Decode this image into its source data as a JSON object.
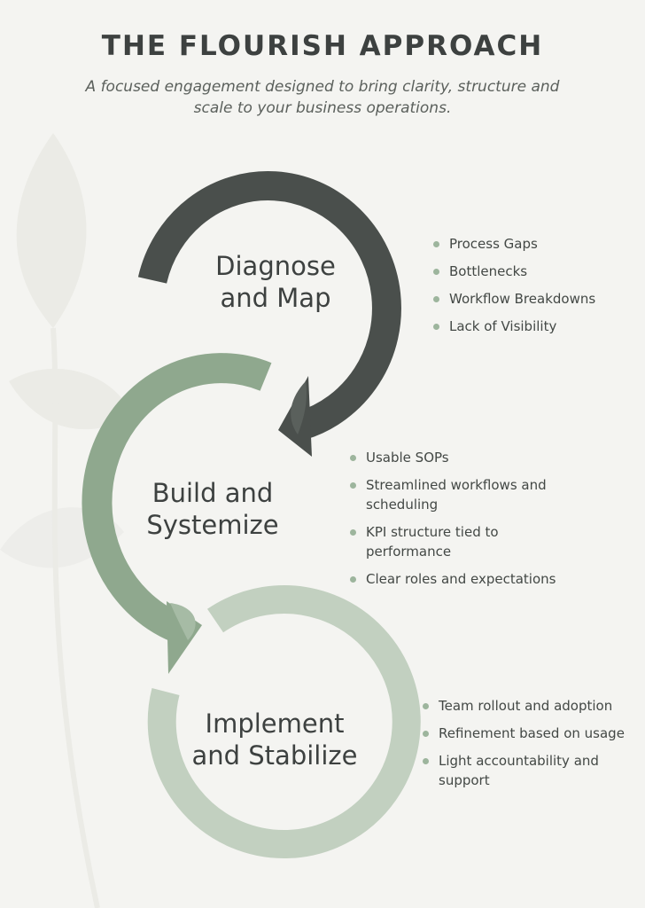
{
  "header": {
    "title": "THE FLOURISH APPROACH",
    "subtitle": "A focused engagement designed to bring clarity, structure and scale to your business operations."
  },
  "colors": {
    "background": "#f4f4f1",
    "stage_1": "#4a4f4c",
    "stage_2": "#8fa88e",
    "stage_3": "#c2d0c0",
    "bullet_dot": "#9db59d"
  },
  "stages": [
    {
      "label": "Diagnose and Map",
      "bullets": [
        "Process Gaps",
        "Bottlenecks",
        "Workflow Breakdowns",
        "Lack of Visibility"
      ]
    },
    {
      "label": "Build and Systemize",
      "bullets": [
        "Usable SOPs",
        "Streamlined workflows and scheduling",
        "KPI structure tied to performance",
        "Clear roles and expectations"
      ]
    },
    {
      "label": "Implement and Stabilize",
      "bullets": [
        "Team rollout and adoption",
        "Refinement based on usage",
        "Light accountability and support"
      ]
    }
  ]
}
